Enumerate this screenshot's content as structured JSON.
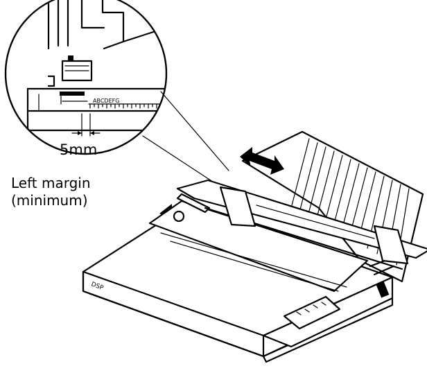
{
  "callout": {
    "measurement": "5mm",
    "caption_line1": "Left margin",
    "caption_line2": "(minimum)"
  },
  "inset_ruler": {
    "scale_text": "ABCDEFG"
  },
  "printer": {
    "badge_text": "DSP"
  }
}
